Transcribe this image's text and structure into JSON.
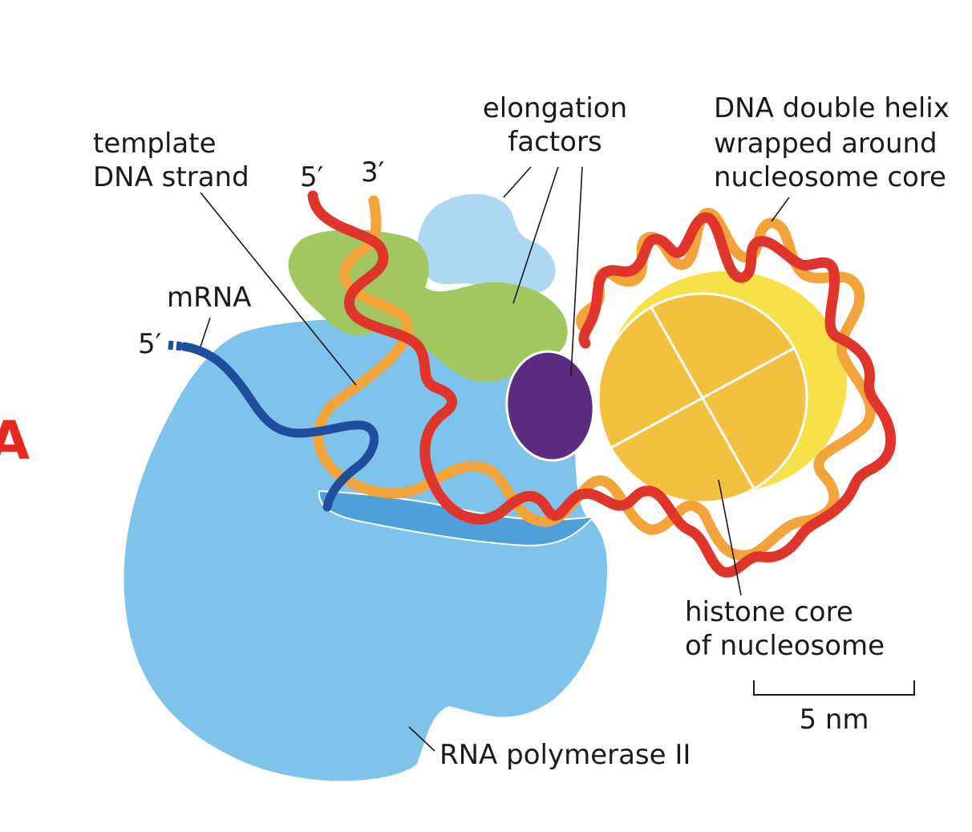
{
  "labels": {
    "template_line1": "template",
    "template_line2": "DNA strand",
    "five_prime_top": "5′",
    "three_prime_top": "3′",
    "mrna": "mRNA",
    "five_prime_mrna": "5′",
    "elongation_line1": "elongation",
    "elongation_line2": "factors",
    "helix_line1": "DNA double helix",
    "helix_line2": "wrapped around",
    "helix_line3": "nucleosome core",
    "histone_line1": "histone core",
    "histone_line2": "of nucleosome",
    "scale": "5 nm",
    "polymerase": "RNA polymerase II",
    "panel_letter": "A"
  },
  "colors": {
    "polymerase": "#7ec3ec",
    "polymerase_channel": "#4f9fd8",
    "elongation_factor_light": "#acd8f3",
    "elongation_factor_green": "#a2c761",
    "elongation_factor_purple": "#5b2d82",
    "nucleosome_core": "#f4c040",
    "nucleosome_back": "#f8e048",
    "template_strand": "#f2a33a",
    "coding_strand": "#e0352b",
    "mrna": "#1f4e9e",
    "panel_letter": "#e8281e"
  }
}
